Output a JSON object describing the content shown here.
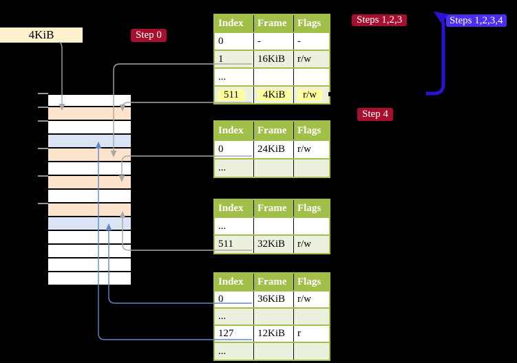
{
  "colors": {
    "background": "#000000",
    "table-header-bg": "#a2bf4a",
    "table-border": "#a2bf4a",
    "table-row-alt": "#ebf1dd",
    "highlight-yellow": "#ffff9e",
    "peach": "#fbe4cb",
    "blue": "#dae4f4",
    "white": "#ffffff",
    "badge-red": "#a60f2d",
    "badge-blue": "#4b2ef0",
    "cream": "#fcf0cd",
    "gray-arrow": "#a9a9a9",
    "thin-blue-arrow": "#6288c6",
    "thick-blue-arrow": "#2a12d8",
    "tick-gray": "#969696"
  },
  "labels": {
    "frame_box": "4KiB",
    "step0": "Step 0",
    "steps123": "Steps 1,2,3",
    "steps1234": "Steps 1,2,3,4",
    "step4": "Step 4"
  },
  "table_headers": [
    "Index",
    "Frame",
    "Flags"
  ],
  "tables": [
    {
      "name": "page-table-top",
      "rows": [
        {
          "cells": [
            "0",
            "-",
            "-"
          ],
          "highlighted": false
        },
        {
          "cells": [
            "1",
            "16KiB",
            "r/w"
          ],
          "highlighted": false
        },
        {
          "cells": [
            "...",
            "",
            ""
          ],
          "highlighted": false
        },
        {
          "cells": [
            "511",
            "4KiB",
            "r/w"
          ],
          "highlighted": true
        }
      ]
    },
    {
      "name": "page-table-second",
      "rows": [
        {
          "cells": [
            "0",
            "24KiB",
            "r/w"
          ],
          "highlighted": false
        },
        {
          "cells": [
            "...",
            "",
            ""
          ],
          "highlighted": false
        }
      ]
    },
    {
      "name": "page-table-third",
      "rows": [
        {
          "cells": [
            "...",
            "",
            ""
          ],
          "highlighted": false
        },
        {
          "cells": [
            "511",
            "32KiB",
            "r/w"
          ],
          "highlighted": false
        }
      ]
    },
    {
      "name": "page-table-bottom",
      "rows": [
        {
          "cells": [
            "0",
            "36KiB",
            "r/w"
          ],
          "highlighted": false
        },
        {
          "cells": [
            "...",
            "",
            ""
          ],
          "highlighted": false
        },
        {
          "cells": [
            "127",
            "12KiB",
            "r"
          ],
          "highlighted": false
        },
        {
          "cells": [
            "...",
            "",
            ""
          ],
          "highlighted": false
        }
      ]
    }
  ],
  "memory": {
    "rows": [
      "white",
      "peach",
      "white",
      "blue",
      "peach",
      "white",
      "peach",
      "white",
      "peach",
      "blue",
      "white",
      "white",
      "white",
      "white"
    ]
  }
}
